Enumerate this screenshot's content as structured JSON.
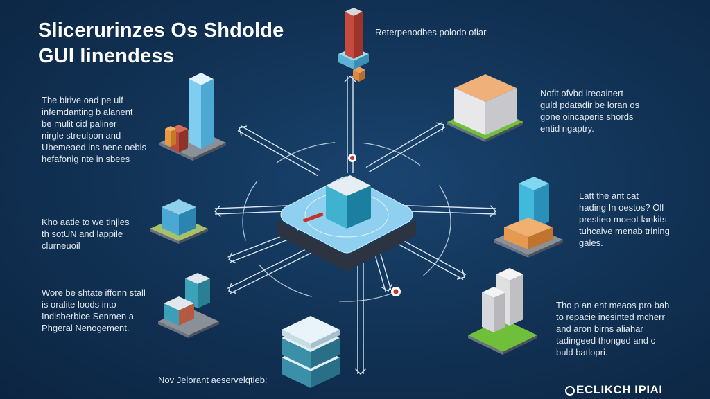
{
  "title": {
    "line1": "Slicerurinzes Os Shdolde",
    "line2": "GUI linendess"
  },
  "blocks": {
    "top_label": [
      "Reterpenodbes polodo ofiar"
    ],
    "left1": [
      "The birive oad pe ulf",
      "infemdanting b alanent",
      "be mulit cid paliner",
      "nirgle streulpon and",
      "Ubemeaed ins nene oebis",
      "hefafonig nte in sbees"
    ],
    "right1": [
      "Nofit ofvbd ireoainert",
      "guld pdatadir be loran os",
      "gone oincaperis shords",
      "entid ngaptry."
    ],
    "left2": [
      "Kho aatie to we tinjles",
      "th sotUN and lappile",
      "clurneuoil"
    ],
    "right2": [
      "Latt the ant cat",
      "hading In oestos? Oll",
      "prestieo moeot lankits",
      "tuhcaive menab trining",
      "gales."
    ],
    "left3": [
      "Wore be shtate iffonn stall",
      "is oralite loods into",
      "Indisberbice Senmen a",
      "Phgeral Nenogement."
    ],
    "right3": [
      "Tho p an ent meaos pro bah",
      "to repacie inesinted mcherr",
      "and aron birns aliahar",
      "tadingeed thonged and c",
      "buld batlopri."
    ],
    "bottom": [
      "Nov Jelorant aeservelqtieb:"
    ]
  },
  "logo": {
    "text": "ECLIKCH IPIAI",
    "icon": "globe-icon"
  },
  "colors": {
    "bg": "#123457",
    "hub": "#8fd0f0",
    "line": "#dbe6f2",
    "accent": "#c8302c"
  }
}
